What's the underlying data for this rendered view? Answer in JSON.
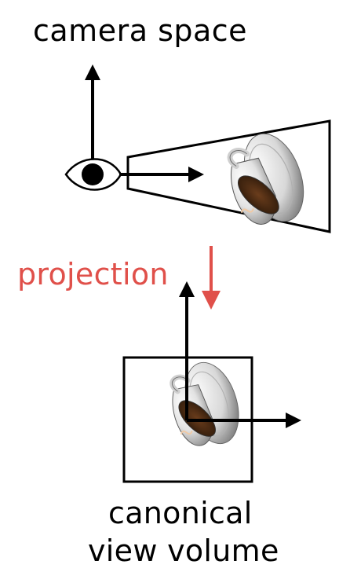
{
  "diagram": {
    "title": "camera space",
    "projection_label": "projection",
    "canonical_label_line1": "canonical",
    "canonical_label_line2": "view volume",
    "icons": {
      "eye": "eye-icon",
      "teacup": "teacup-icon"
    },
    "colors": {
      "ink": "#000000",
      "projection": "#e0504a",
      "cup_body": "#ececec",
      "cup_shadow": "#8a8a8a",
      "coffee": "#4a2a12",
      "frustum_fill": "#ffffff",
      "background": "#ffffff"
    }
  }
}
